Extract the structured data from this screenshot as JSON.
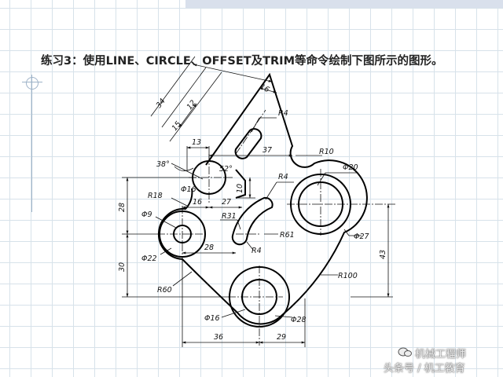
{
  "page": {
    "title": "练习3：使用LINE、CIRCLE、OFFSET及TRIM等命令绘制下图所示的图形。"
  },
  "drawing": {
    "dims": {
      "d34": "34",
      "d15": "15",
      "d12": "12",
      "d16_top": "16",
      "r4_top": "R4",
      "d37": "37",
      "d13": "13",
      "r10": "R10",
      "a38": "38°",
      "a52": "52°",
      "phi16_top": "Φ16",
      "d10": "10",
      "r4_mid": "R4",
      "phi20": "Φ20",
      "r18": "R18",
      "d16_mid": "16",
      "d27": "27",
      "d28_left": "28",
      "phi9": "Φ9",
      "r31": "R31",
      "r61": "R61",
      "phi27": "Φ27",
      "d28_mid": "28",
      "r4_low": "R4",
      "phi22": "Φ22",
      "d30": "30",
      "d43": "43",
      "r100": "R100",
      "r60": "R60",
      "phi16_bot": "Φ16",
      "phi28": "Φ28",
      "d36": "36",
      "d29": "29"
    }
  },
  "watermark": {
    "line1": "头条号 / 机工教育",
    "line2": "机械工程师"
  }
}
